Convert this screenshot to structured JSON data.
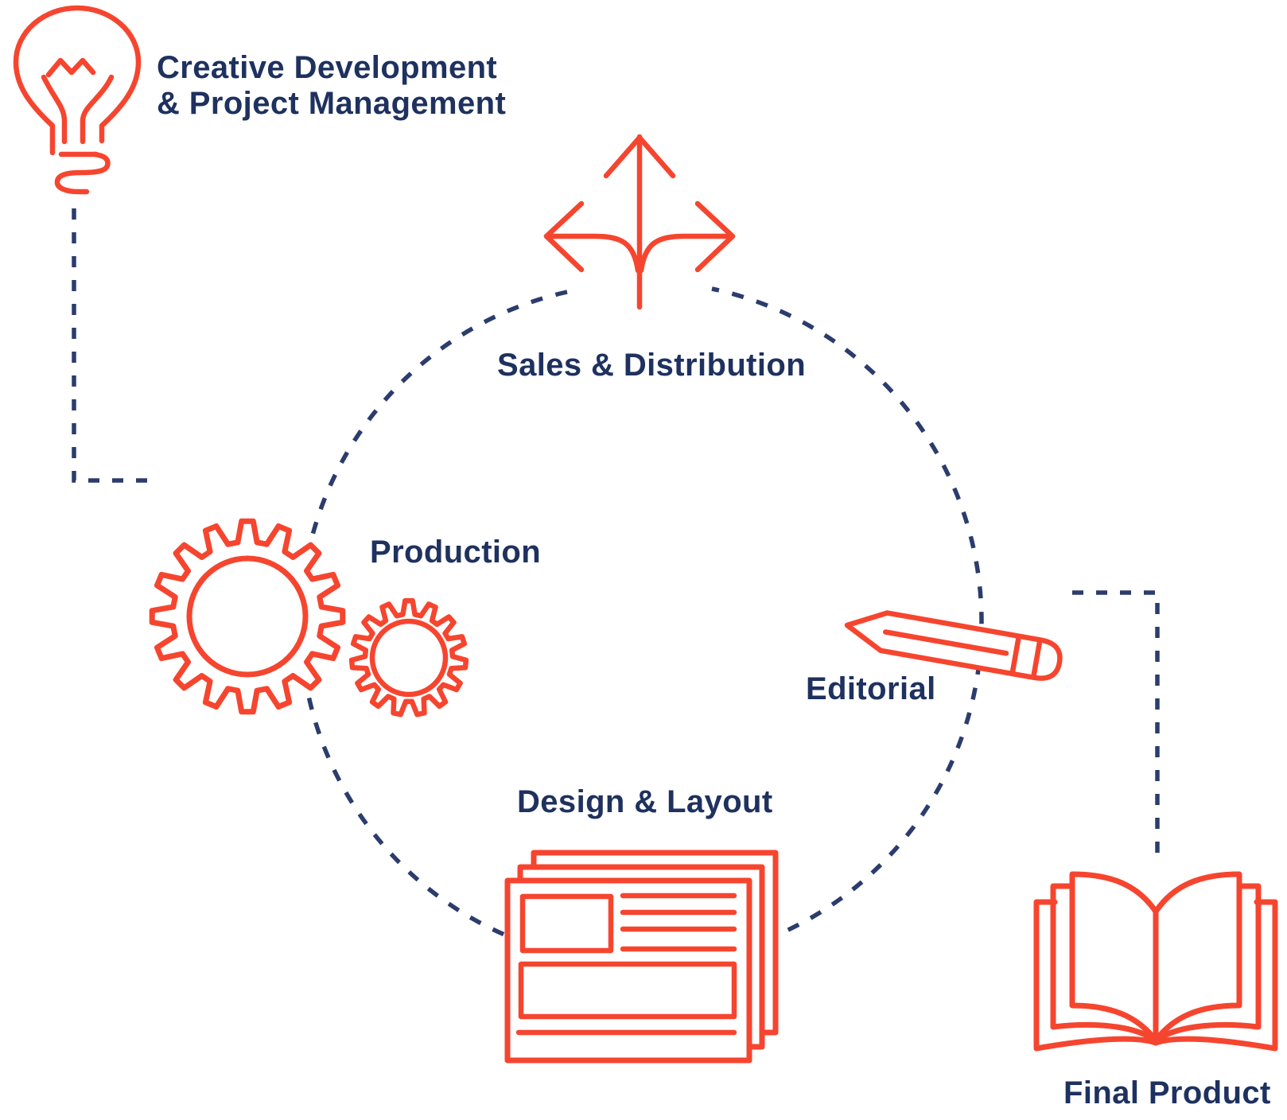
{
  "colors": {
    "accent": "#f6452f",
    "text": "#1e315f",
    "dash": "#2b3c6d",
    "background": "#ffffff"
  },
  "diagram": {
    "type": "publishing-workflow-cycle",
    "labels": {
      "creative_line1": "Creative Development",
      "creative_line2": "& Project Management",
      "sales": "Sales & Distribution",
      "production": "Production",
      "editorial": "Editorial",
      "design": "Design & Layout",
      "final": "Final Product"
    },
    "icons": [
      "lightbulb-icon",
      "three-way-arrows-icon",
      "gears-icon",
      "pencil-icon",
      "stacked-documents-icon",
      "open-book-icon"
    ]
  }
}
